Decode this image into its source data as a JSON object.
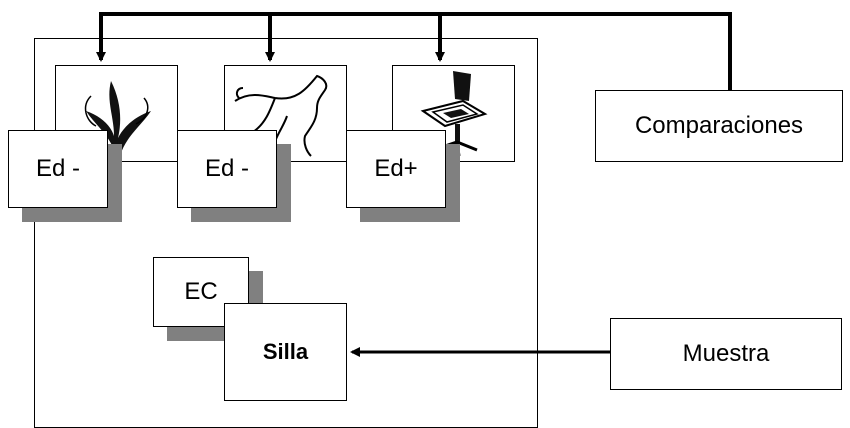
{
  "stimuli": [
    {
      "icon": "plant-icon",
      "label": "Ed -"
    },
    {
      "icon": "horse-icon",
      "label": "Ed -"
    },
    {
      "icon": "chair-icon",
      "label": "Ed+"
    }
  ],
  "sample": {
    "label": "EC",
    "word": "Silla"
  },
  "comparisons_box": {
    "label": "Comparaciones"
  },
  "sample_box": {
    "label": "Muestra"
  }
}
